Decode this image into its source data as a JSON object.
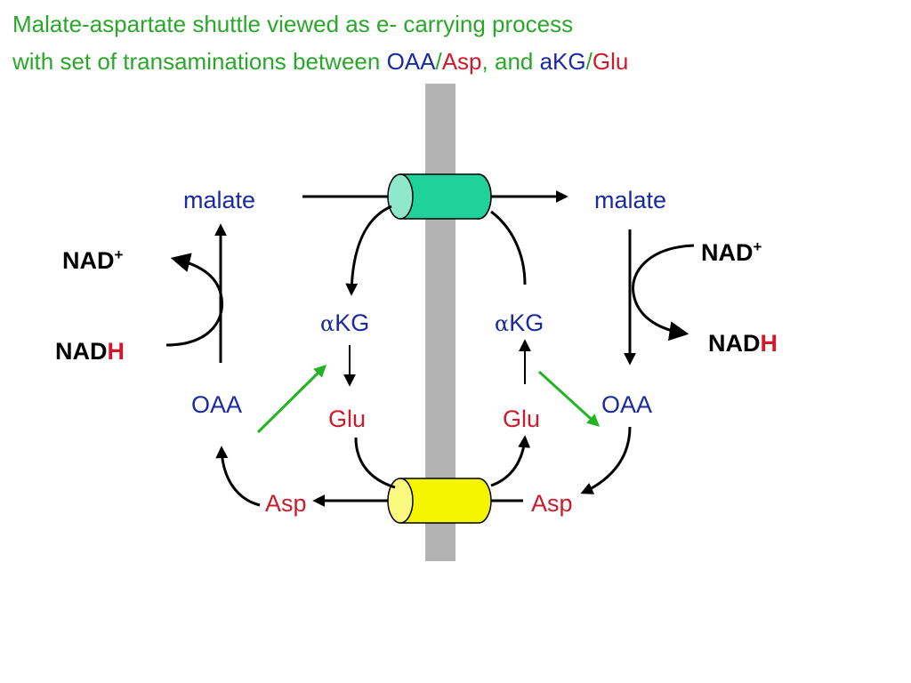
{
  "title": {
    "line1": "Malate-aspartate shuttle viewed as e- carrying process",
    "line2_prefix": "with set of transaminations between ",
    "oaa": "OAA",
    "slash1": "/",
    "asp": "Asp",
    "and": ", and ",
    "akg": "aKG",
    "slash2": "/",
    "glu": "Glu"
  },
  "colors": {
    "title_green": "#2aa72a",
    "blue": "#1a2aa0",
    "red": "#cc1b2b",
    "black": "#000000",
    "membrane": "#b3b3b3",
    "transporter_top": "#1fd29a",
    "transporter_bottom": "#f5f500",
    "transamination_arrow": "#22b422"
  },
  "labels": {
    "malate_left": "malate",
    "malate_right": "malate",
    "akg_left_alpha": "α",
    "akg_left": "KG",
    "akg_right_alpha": "α",
    "akg_right": "KG",
    "glu_left": "Glu",
    "glu_right": "Glu",
    "oaa_left": "OAA",
    "oaa_right": "OAA",
    "asp_left": "Asp",
    "asp_right": "Asp",
    "nad_plus_left": "NAD",
    "nad_plus_left_sup": "+",
    "nadh_left_base": "NAD",
    "nadh_left_h": "H",
    "nad_plus_right": "NAD",
    "nad_plus_right_sup": "+",
    "nadh_right_base": "NAD",
    "nadh_right_h": "H"
  }
}
